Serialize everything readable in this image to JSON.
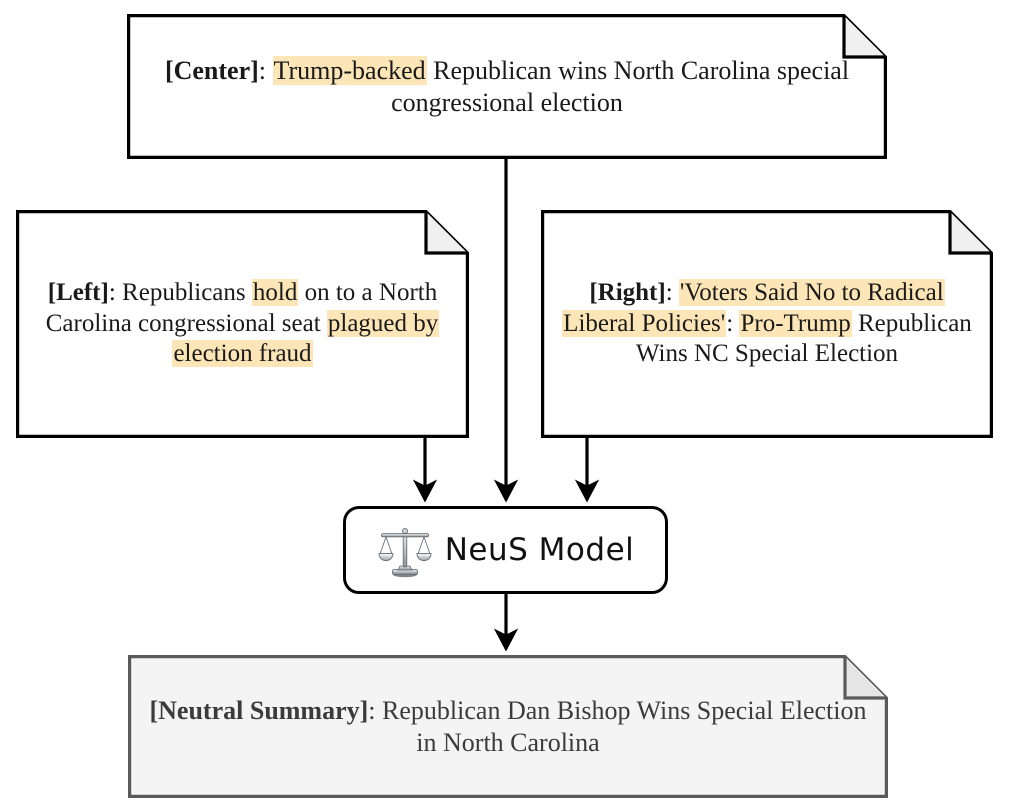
{
  "diagram": {
    "title": "NeuS Model neutral summary pipeline",
    "colors": {
      "highlight": "#fce5b6",
      "note_border": "#000000",
      "summary_border": "#5a5a5a",
      "summary_fill": "#f4f4f4",
      "edge": "#000000",
      "text": "#1a1a1a",
      "summary_text": "#3b3b3b"
    }
  },
  "nodes": {
    "center": {
      "tag": "[Center]",
      "separator": ": ",
      "segments": [
        {
          "text": "Trump-backed",
          "highlight": true
        },
        {
          "text": " Republican wins North Carolina special congressional election",
          "highlight": false
        }
      ],
      "full_text": "[Center]: Trump-backed Republican wins North Carolina special congressional election"
    },
    "left": {
      "tag": "[Left]",
      "separator": ": ",
      "segments": [
        {
          "text": "Republicans ",
          "highlight": false
        },
        {
          "text": "hold",
          "highlight": true
        },
        {
          "text": " on to a North Carolina congressional seat ",
          "highlight": false
        },
        {
          "text": "plagued by election fraud",
          "highlight": true
        }
      ],
      "full_text": "[Left]: Republicans hold on to a North Carolina congressional seat plagued by election fraud"
    },
    "right": {
      "tag": "[Right]",
      "separator": ": ",
      "segments": [
        {
          "text": "'Voters Said No to Radical Liberal Policies'",
          "highlight": true
        },
        {
          "text": ": ",
          "highlight": false
        },
        {
          "text": "Pro-Trump",
          "highlight": true
        },
        {
          "text": " Republican Wins NC Special Election",
          "highlight": false
        }
      ],
      "full_text": "[Right]: 'Voters Said No to Radical Liberal Policies': Pro-Trump Republican Wins NC Special Election"
    },
    "model": {
      "label": "NeuS Model",
      "icon": "balance-scale-icon"
    },
    "summary": {
      "tag": "[Neutral Summary]",
      "separator": ": ",
      "segments": [
        {
          "text": "Republican Dan Bishop Wins Special Election in North Carolina",
          "highlight": false
        }
      ],
      "full_text": "[Neutral Summary]: Republican Dan Bishop Wins Special Election in North Carolina"
    }
  },
  "edges": [
    {
      "from": "center",
      "to": "model"
    },
    {
      "from": "left",
      "to": "model"
    },
    {
      "from": "right",
      "to": "model"
    },
    {
      "from": "model",
      "to": "summary"
    }
  ]
}
